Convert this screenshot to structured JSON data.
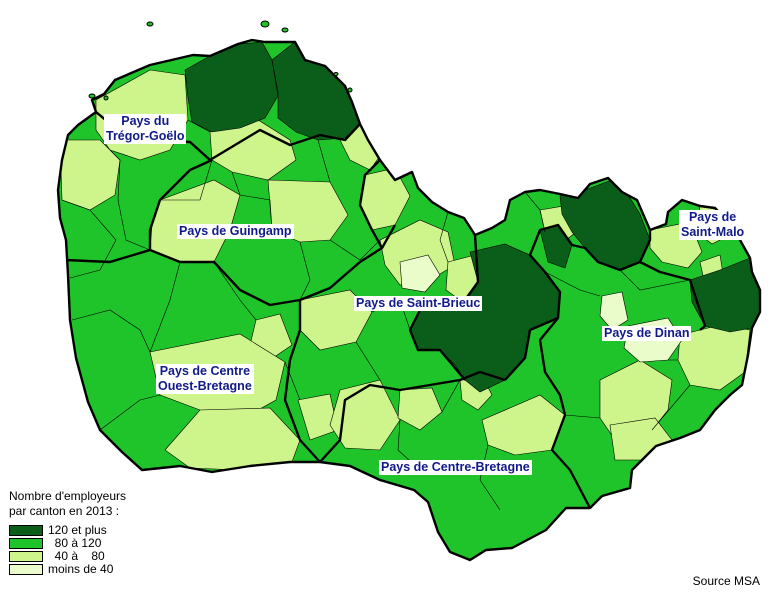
{
  "colors": {
    "c120": "#0b5e1a",
    "c80": "#1fc42a",
    "c40": "#cdf58b",
    "c0": "#eafcca",
    "border": "#000000",
    "label": "#101a8a"
  },
  "pays_labels": [
    "Pays du\nTrégor-Goëlo",
    "Pays de Guingamp",
    "Pays de Saint-Brieuc",
    "Pays de\nSaint-Malo",
    "Pays de Dinan",
    "Pays de Centre\nOuest-Bretagne",
    "Pays de Centre-Bretagne"
  ],
  "legend": {
    "title": "Nombre d'employeurs\npar canton en 2013 :",
    "items": [
      {
        "label": "120 et plus",
        "class": "120 et plus"
      },
      {
        "label": "  80 à 120",
        "class": "80 à 120"
      },
      {
        "label": "  40 à    80",
        "class": "40 à 80"
      },
      {
        "label": "moins de 40",
        "class": "moins de 40"
      }
    ]
  },
  "source": "Source MSA"
}
